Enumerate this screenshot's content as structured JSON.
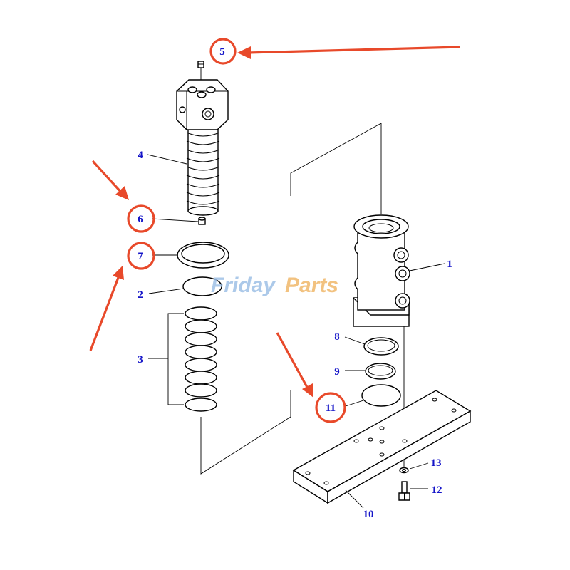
{
  "watermark": {
    "part1": "Friday",
    "part2": "Parts"
  },
  "callouts": {
    "c1": "1",
    "c2": "2",
    "c3": "3",
    "c4": "4",
    "c5": "5",
    "c6": "6",
    "c7": "7",
    "c8": "8",
    "c9": "9",
    "c10": "10",
    "c11": "11",
    "c12": "12",
    "c13": "13"
  },
  "highlighted_callouts": [
    "5",
    "6",
    "7",
    "11"
  ],
  "colors": {
    "label": "#1414c8",
    "highlight": "#e8492a",
    "line": "#000000"
  }
}
